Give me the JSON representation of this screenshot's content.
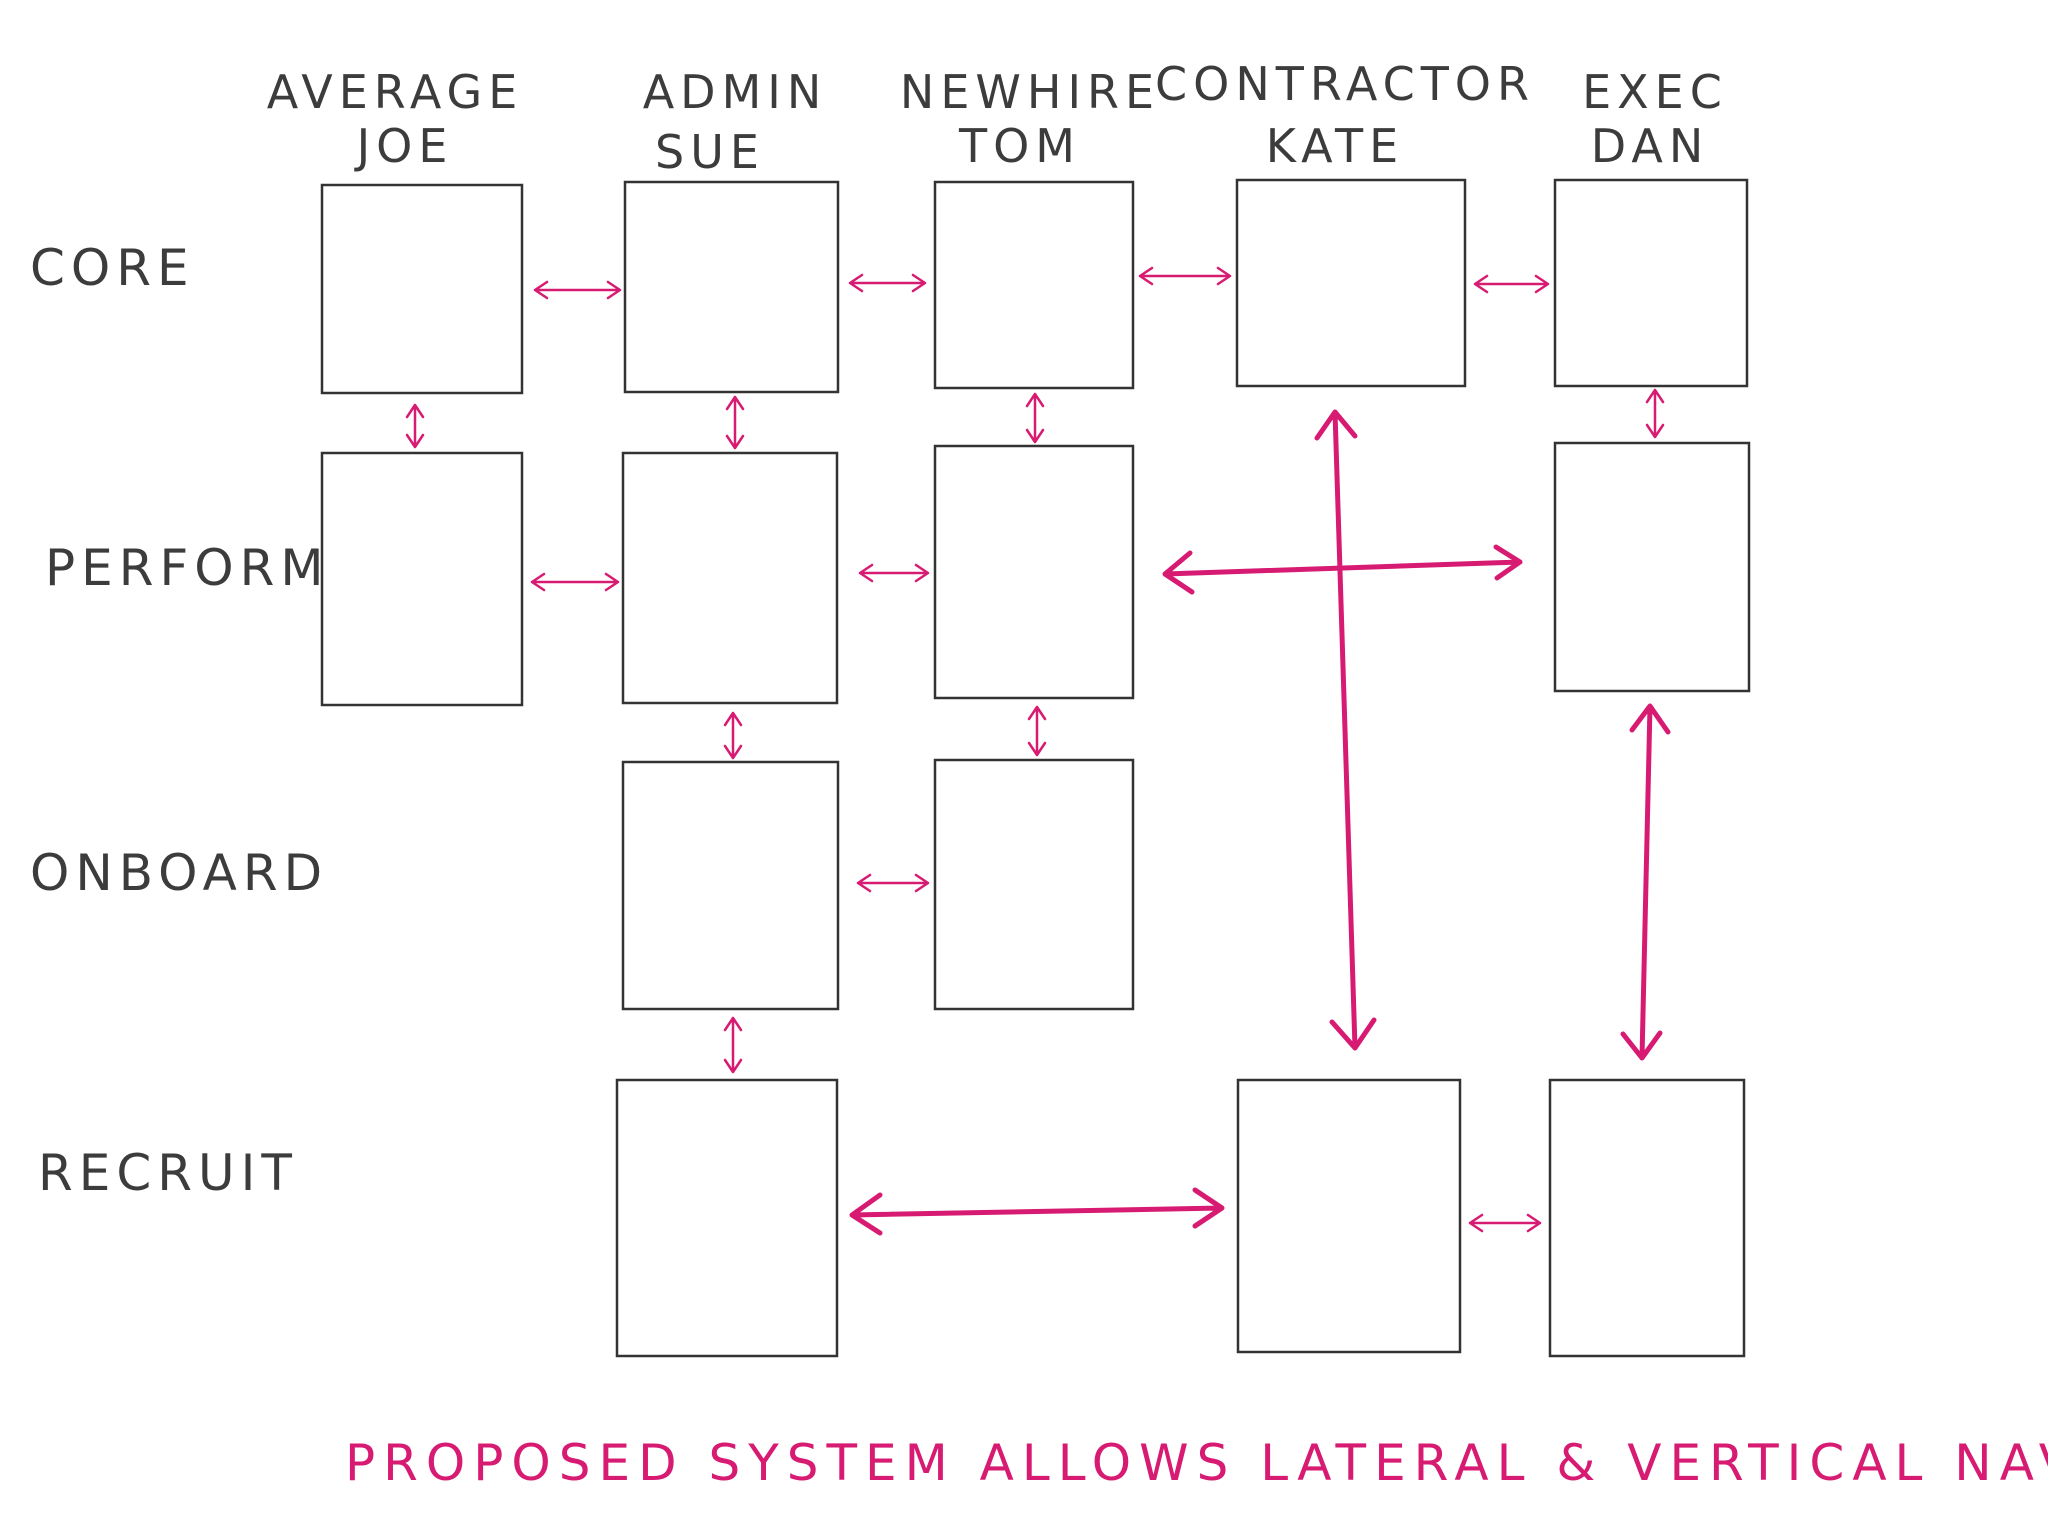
{
  "personas": [
    {
      "role": "AVERAGE",
      "name": "JOE"
    },
    {
      "role": "ADMIN",
      "name": "SUE"
    },
    {
      "role": "NEWHIRE",
      "name": "TOM"
    },
    {
      "role": "CONTRACTOR",
      "name": "KATE"
    },
    {
      "role": "EXEC",
      "name": "DAN"
    }
  ],
  "rows": [
    "CORE",
    "PERFORM",
    "ONBOARD",
    "RECRUIT"
  ],
  "footer": "PROPOSED SYSTEM ALLOWS LATERAL & VERTICAL NAV",
  "colors": {
    "ink": "#333333",
    "accent": "#d81b72"
  }
}
